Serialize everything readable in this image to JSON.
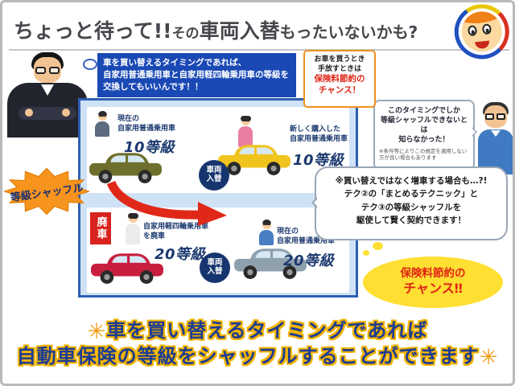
{
  "colors": {
    "accent_blue": "#1a49b5",
    "navy": "#16356e",
    "diagram_border": "#2f5fb2",
    "diagram_bg": "#cfe2f6",
    "red": "#d8231e",
    "arrow_red": "#e02818",
    "orange_burst": "#f7941d",
    "chance_border": "#ef9021",
    "bubble_yellow": "#ffdf32",
    "footer_blue": "#1c3c94",
    "footer_gold": "#f2b300",
    "car_olive": "#6f6f2d",
    "car_yellow": "#f0c41c",
    "car_red": "#c81f3e",
    "car_gray": "#8fa0ad"
  },
  "title": {
    "segments": [
      "ちょっと待って!!",
      "その",
      "車両入替",
      "もったいないかも?"
    ]
  },
  "intro_box": {
    "lines": [
      "車を買い替えるタイミングであれば、",
      "自家用普通乗用車と自家用軽四輪乗用車の等級を",
      "交換してもいいんです！！"
    ]
  },
  "chance_box": {
    "black": [
      "お車を買うとき",
      "手放すときは"
    ],
    "red": [
      "保険料節約の",
      "チャンス！"
    ]
  },
  "timing_bubble": {
    "lines": [
      "このタイミングでしか",
      "等級シャッフルできないとは",
      "知らなかった！"
    ],
    "note": "※条件等によりこの規定を適用しない方が良い場合もあります"
  },
  "diagram": {
    "swap": {
      "line1": "車両",
      "line2": "入替"
    },
    "top": {
      "current_line1": "現在の",
      "current_line2": "自家用普通乗用車",
      "current_grade": "10等級",
      "new_line1": "新しく購入した",
      "new_line2": "自家用普通乗用車",
      "new_grade": "10等級"
    },
    "bottom": {
      "scrap_badge": "廃車",
      "scrap_line1": "自家用軽四輪乗用車",
      "scrap_line2": "を廃車",
      "scrap_grade": "20等級",
      "current_line1": "現在の",
      "current_line2": "自家用普通乗用車",
      "current_grade": "20等級"
    }
  },
  "shuffle_badge": {
    "label": "等級シャッフル"
  },
  "tip_bubble": {
    "lines": [
      "※買い替えではなく増車する場合も…?!",
      "テク②の「まとめるテクニック」と",
      "テク③の等級シャッフルを",
      "駆使して賢く契約できます！"
    ]
  },
  "chance_bubble": {
    "line1": "保険料節約の",
    "line2": "チャンス‼"
  },
  "footer": {
    "sparkle": "✳",
    "line1": "車を買い替えるタイミングであれば",
    "line2": "自動車保険の等級をシャッフルすることができます"
  }
}
